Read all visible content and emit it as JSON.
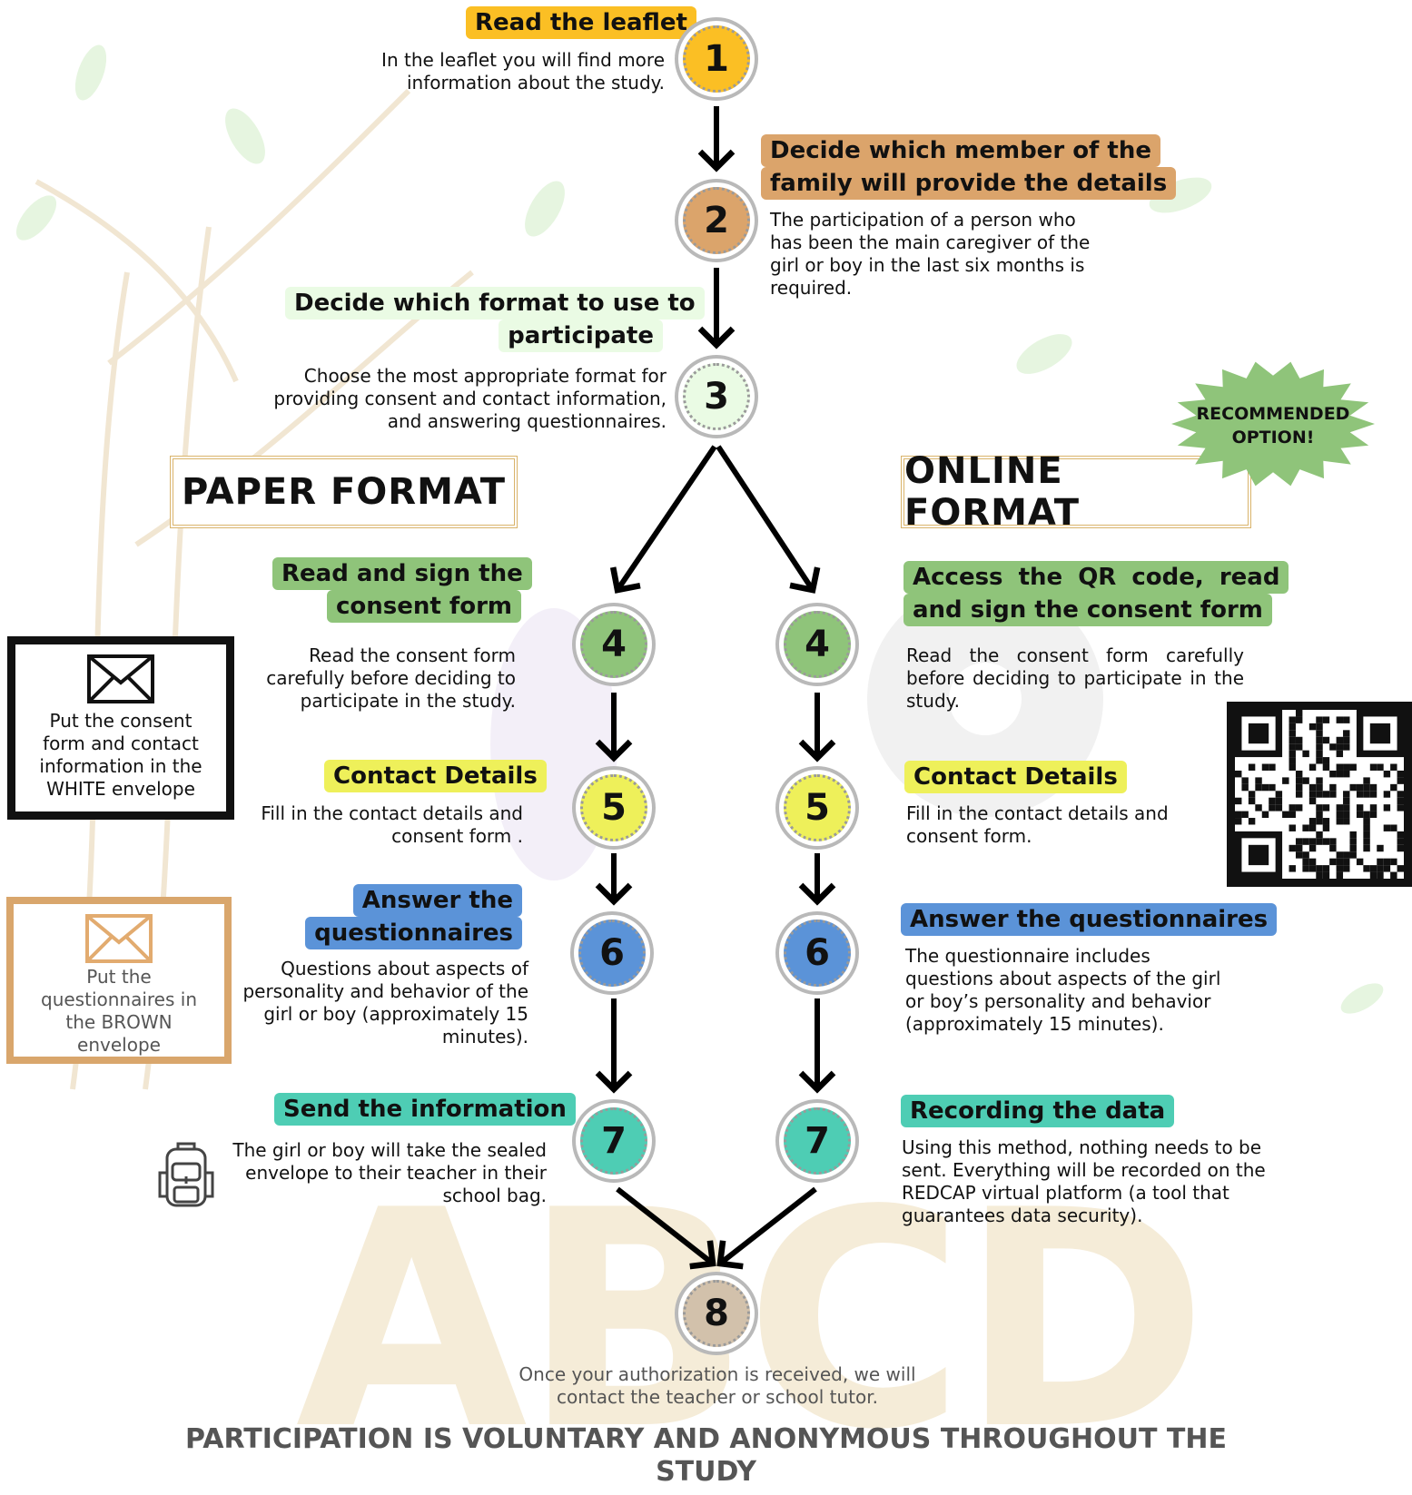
{
  "steps": {
    "s1": {
      "num": "1",
      "title": "Read the leaflet",
      "desc": "In the leaflet you will find more information about the study."
    },
    "s2": {
      "num": "2",
      "title_line1": "Decide which member of the",
      "title_line2": "family will provide the details",
      "desc": "The participation of a person who has been the main caregiver of the girl or boy in the last six months is required."
    },
    "s3": {
      "num": "3",
      "title_line1": "Decide which format to use to",
      "title_line2": "participate",
      "desc": "Choose the most appropriate format for providing consent and contact information, and answering questionnaires."
    },
    "s8": {
      "num": "8",
      "desc": "Once your authorization is received, we will contact the teacher or school tutor."
    }
  },
  "paper": {
    "heading": "PAPER FORMAT",
    "s4": {
      "num": "4",
      "title_line1": "Read and sign the",
      "title_line2": "consent form",
      "desc": "Read the consent form carefully before deciding to participate in the study."
    },
    "s5": {
      "num": "5",
      "title": "Contact Details",
      "desc": "Fill in the contact details and consent form ."
    },
    "s6": {
      "num": "6",
      "title_line1": "Answer the",
      "title_line2": "questionnaires",
      "desc": "Questions about aspects of personality and behavior of the girl or boy (approximately 15 minutes)."
    },
    "s7": {
      "num": "7",
      "title": "Send the information",
      "desc": "The girl or boy will take the sealed envelope to their teacher in their school bag."
    },
    "white_envelope_text": "Put the consent form and contact information in the WHITE envelope",
    "brown_envelope_text": "Put the questionnaires in the BROWN envelope"
  },
  "online": {
    "heading": "ONLINE FORMAT",
    "badge": "RECOMMENDED OPTION!",
    "s4": {
      "num": "4",
      "title_line1": "Access the QR code, read",
      "title_line2": "and sign the consent form",
      "desc": "Read the consent form carefully before deciding to participate in the study."
    },
    "s5": {
      "num": "5",
      "title": "Contact Details",
      "desc": "Fill in the contact details and consent form."
    },
    "s6": {
      "num": "6",
      "title": "Answer the questionnaires",
      "desc": "The questionnaire includes questions about aspects of the girl or boy’s personality and behavior (approximately 15 minutes)."
    },
    "s7": {
      "num": "7",
      "title": "Recording the data",
      "desc": "Using this method, nothing needs to be sent. Everything will be recorded on the REDCAP virtual platform (a tool that guarantees data security)."
    }
  },
  "watermark": "ABCD",
  "footer": "PARTICIPATION IS VOLUNTARY AND ANONYMOUS THROUGHOUT THE STUDY",
  "colors": {
    "yellow": "#fbbf24",
    "tan": "#dba46b",
    "pale_green": "#eafbe4",
    "green": "#8fc47a",
    "lime": "#eef05a",
    "blue": "#5b93d8",
    "teal": "#4ecdb4",
    "beige": "#d2c1ab",
    "gold_border": "#d9b36a",
    "brown_border": "#d9a66c"
  },
  "icons": [
    "envelope-icon",
    "envelope-brown-icon",
    "backpack-icon",
    "qr-code"
  ]
}
